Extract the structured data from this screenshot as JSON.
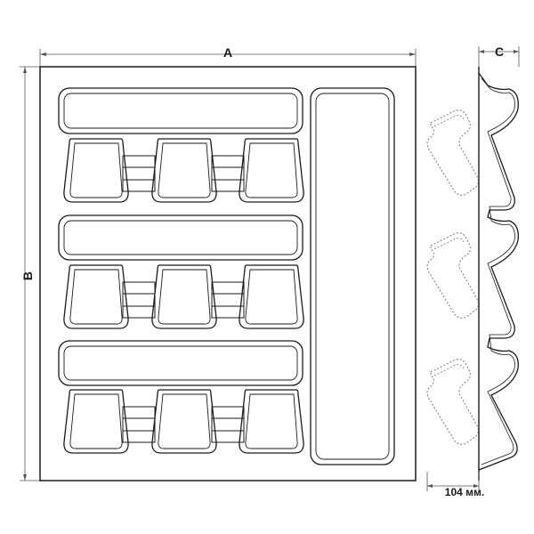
{
  "dimensions": {
    "width_label": "A",
    "height_label": "B",
    "depth_label": "C",
    "depth_value": "104 мм."
  },
  "colors": {
    "stroke": "#1a1a1a",
    "dim_line": "#555555",
    "ghost": "#777777"
  }
}
